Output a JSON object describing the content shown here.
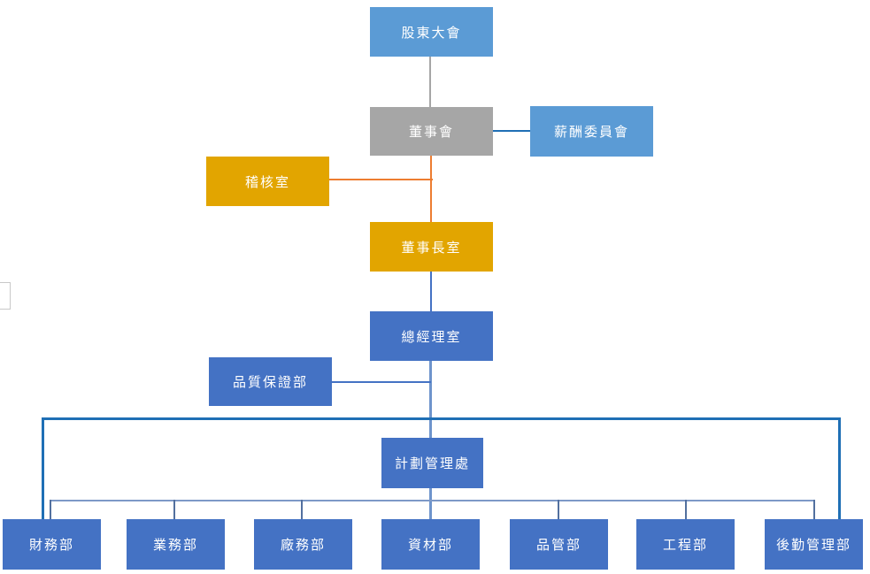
{
  "chart": {
    "type": "org-chart",
    "title": "",
    "nodes": [
      {
        "id": "shareholders",
        "label": "股東大會",
        "color": "#5B9BD5",
        "text_color": "#ffffff"
      },
      {
        "id": "board",
        "label": "董事會",
        "color": "#A6A6A6",
        "text_color": "#ffffff"
      },
      {
        "id": "compensation",
        "label": "薪酬委員會",
        "color": "#5B9BD5",
        "text_color": "#ffffff"
      },
      {
        "id": "audit",
        "label": "稽核室",
        "color": "#E2A500",
        "text_color": "#ffffff"
      },
      {
        "id": "chairman",
        "label": "董事長室",
        "color": "#E2A500",
        "text_color": "#ffffff"
      },
      {
        "id": "gm",
        "label": "總經理室",
        "color": "#4472C4",
        "text_color": "#ffffff"
      },
      {
        "id": "qa",
        "label": "品質保證部",
        "color": "#4472C4",
        "text_color": "#ffffff"
      },
      {
        "id": "planning",
        "label": "計劃管理處",
        "color": "#4472C4",
        "text_color": "#ffffff"
      },
      {
        "id": "finance",
        "label": "財務部",
        "color": "#4472C4",
        "text_color": "#ffffff"
      },
      {
        "id": "business",
        "label": "業務部",
        "color": "#4472C4",
        "text_color": "#ffffff"
      },
      {
        "id": "factory",
        "label": "廠務部",
        "color": "#4472C4",
        "text_color": "#ffffff"
      },
      {
        "id": "materials",
        "label": "資材部",
        "color": "#4472C4",
        "text_color": "#ffffff"
      },
      {
        "id": "qc",
        "label": "品管部",
        "color": "#4472C4",
        "text_color": "#ffffff"
      },
      {
        "id": "engineering",
        "label": "工程部",
        "color": "#4472C4",
        "text_color": "#ffffff"
      },
      {
        "id": "logistics",
        "label": "後勤管理部",
        "color": "#4472C4",
        "text_color": "#ffffff"
      }
    ],
    "edges": [
      {
        "from": "shareholders",
        "to": "board",
        "color": "#A6A6A6"
      },
      {
        "from": "board",
        "to": "compensation",
        "color": "#1F6FB5"
      },
      {
        "from": "board",
        "to": "chairman",
        "color": "#ED7D31"
      },
      {
        "from": "board",
        "to": "audit",
        "color": "#ED7D31"
      },
      {
        "from": "chairman",
        "to": "gm",
        "color": "#4472C4"
      },
      {
        "from": "gm",
        "to": "qa",
        "color": "#4472C4"
      },
      {
        "from": "gm",
        "to": "planning",
        "color": "#6E94CC"
      },
      {
        "from": "gm",
        "to": "finance",
        "color": "#1F6FB5"
      },
      {
        "from": "gm",
        "to": "logistics",
        "color": "#1F6FB5"
      },
      {
        "from": "planning",
        "to": "finance",
        "color": "#7D99C7"
      },
      {
        "from": "planning",
        "to": "business",
        "color": "#7D99C7"
      },
      {
        "from": "planning",
        "to": "factory",
        "color": "#7D99C7"
      },
      {
        "from": "planning",
        "to": "materials",
        "color": "#7D99C7"
      },
      {
        "from": "planning",
        "to": "qc",
        "color": "#7D99C7"
      },
      {
        "from": "planning",
        "to": "engineering",
        "color": "#7D99C7"
      },
      {
        "from": "planning",
        "to": "logistics",
        "color": "#7D99C7"
      }
    ],
    "colors": {
      "light_blue": "#5B9BD5",
      "gray": "#A6A6A6",
      "gold": "#E2A500",
      "blue": "#4472C4",
      "connector_orange": "#ED7D31",
      "connector_dark_blue": "#1F6FB5",
      "connector_muted_blue": "#7D99C7",
      "connector_slate": "#52709F",
      "background": "#ffffff"
    }
  }
}
